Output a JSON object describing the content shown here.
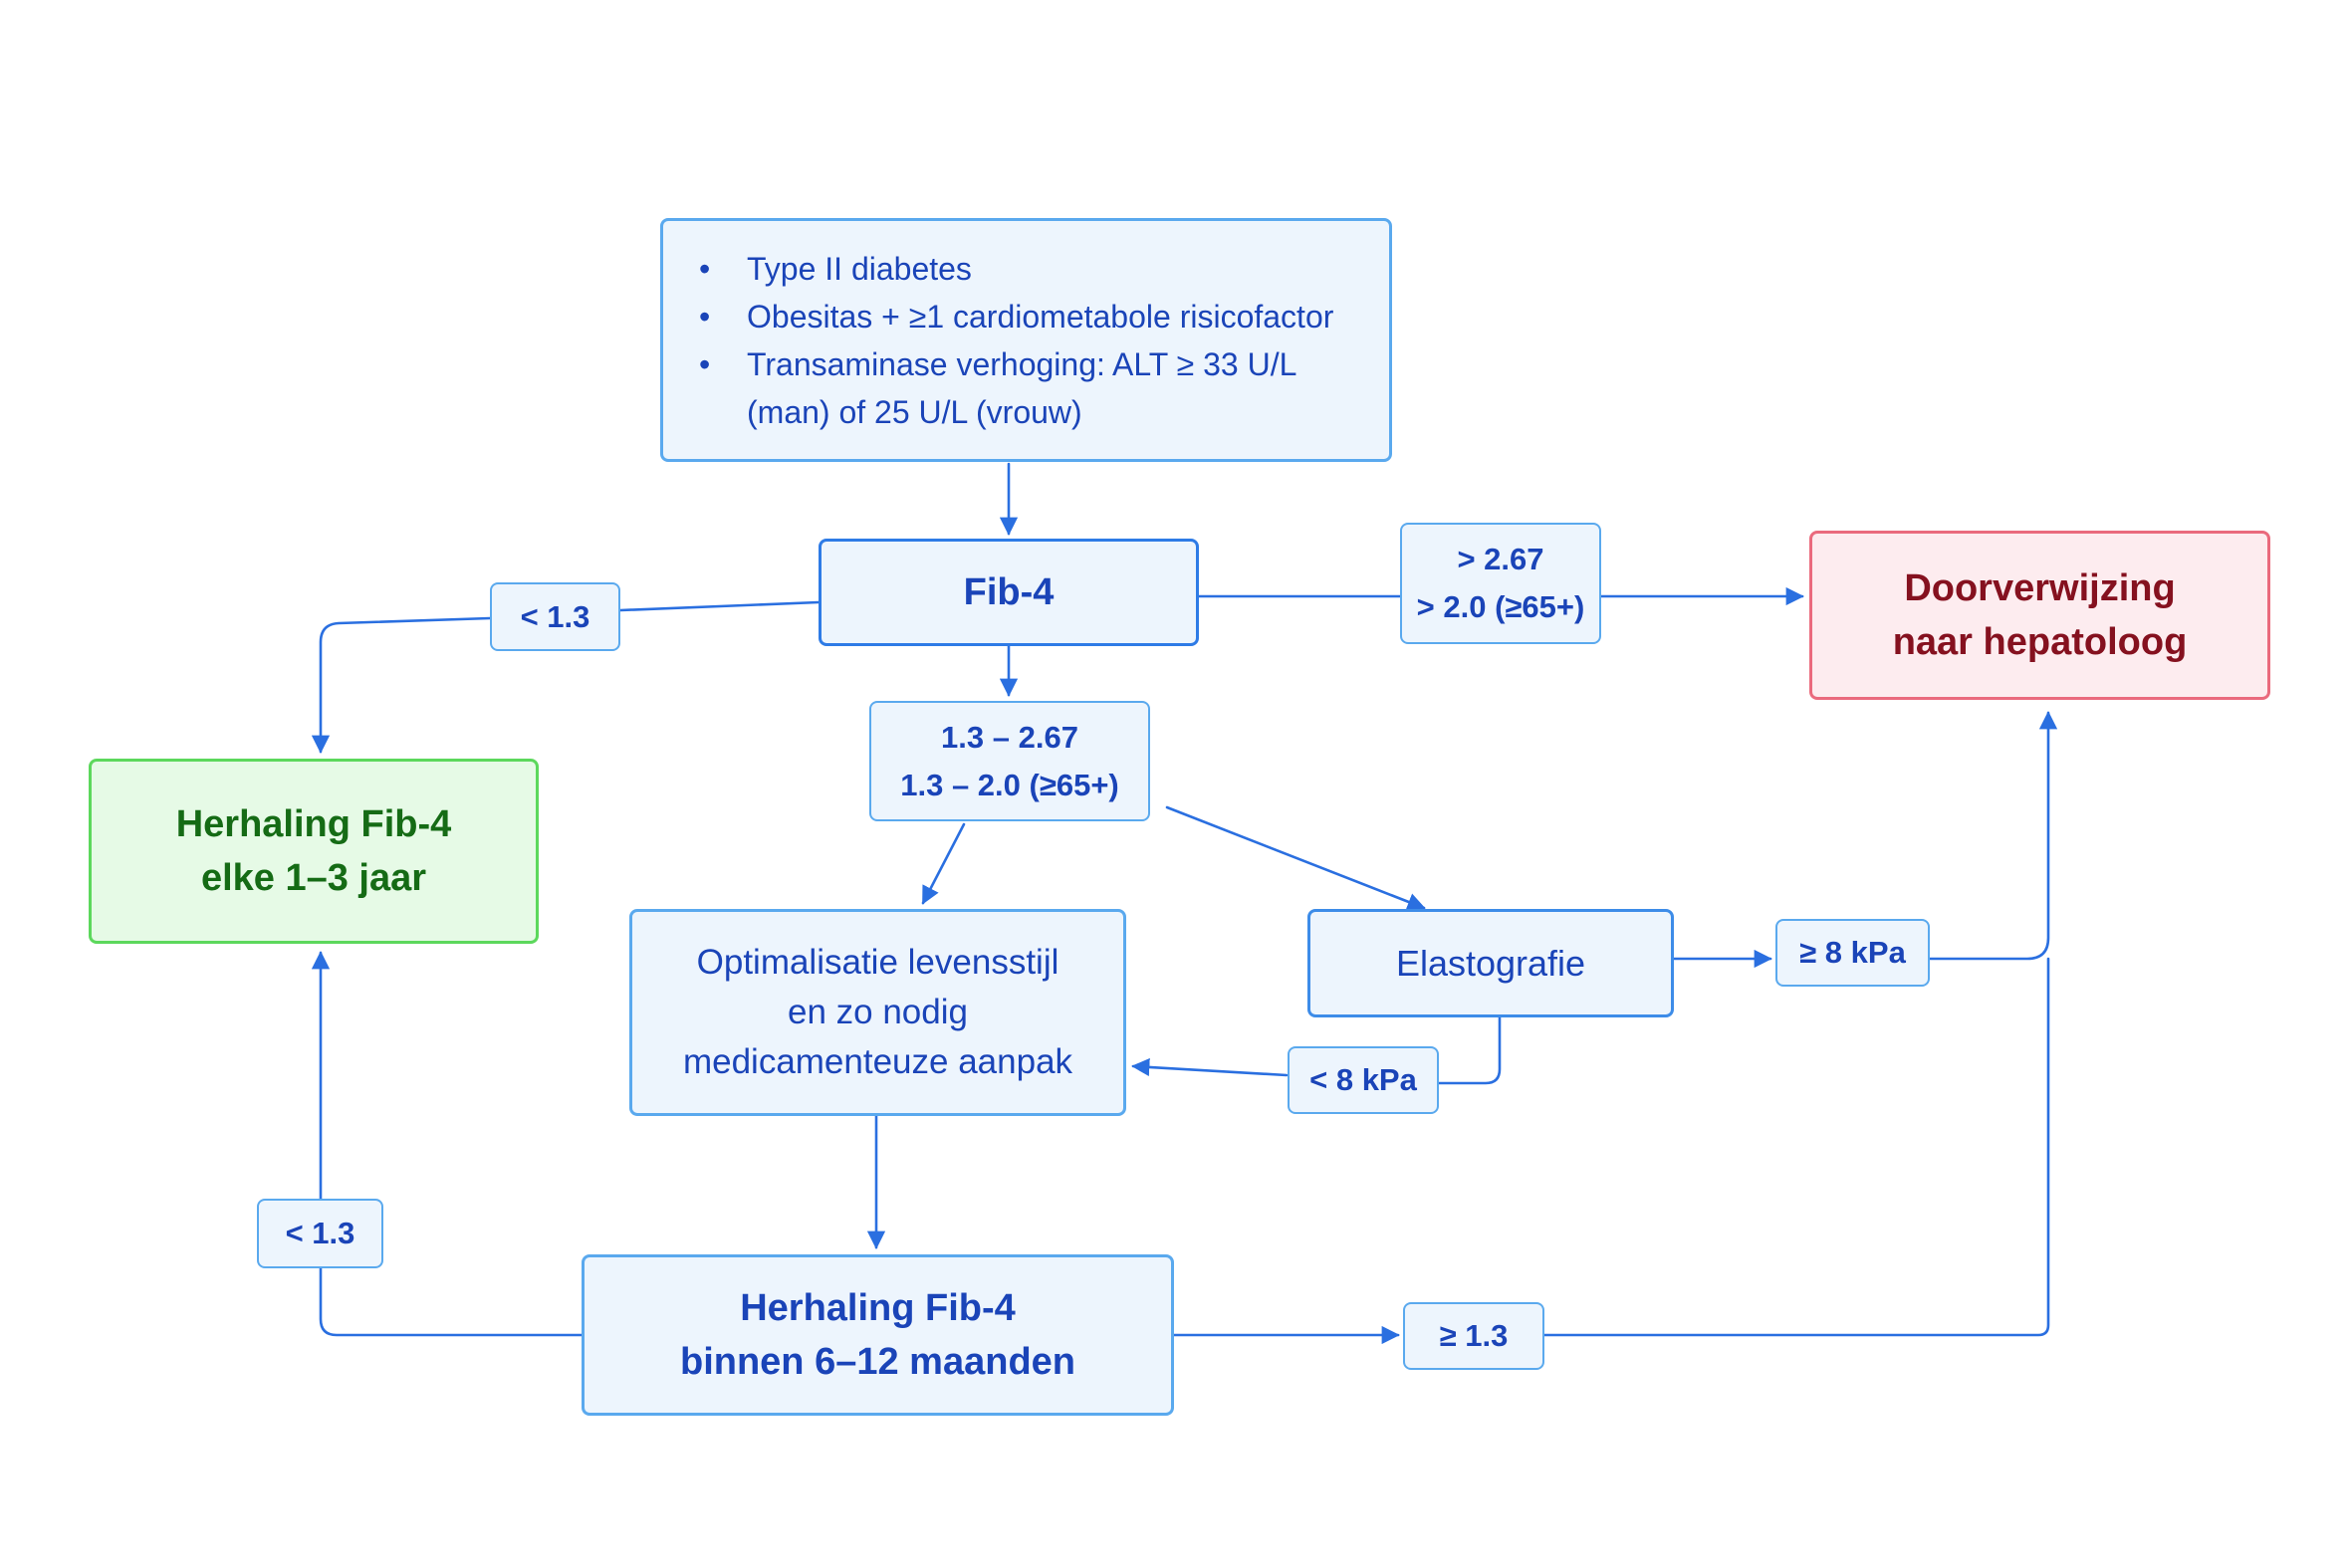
{
  "criteria": {
    "bullet": "•",
    "items": [
      {
        "line1": "Type II diabetes",
        "line2": ""
      },
      {
        "line1": "Obesitas + ≥1 cardiometabole risicofactor",
        "line2": ""
      },
      {
        "line1": "Transaminase verhoging: ALT ≥ 33 U/L",
        "line2": "(man) of 25 U/L (vrouw)"
      }
    ]
  },
  "fib4": {
    "label": "Fib-4"
  },
  "high_threshold": {
    "line1": "> 2.67",
    "line2": "> 2.0 (≥65+)"
  },
  "low_threshold_top": {
    "label": "< 1.3"
  },
  "mid_threshold": {
    "line1": "1.3 – 2.67",
    "line2": "1.3 – 2.0 (≥65+)"
  },
  "referral": {
    "line1": "Doorverwijzing",
    "line2": "naar hepatoloog"
  },
  "repeat_yearly": {
    "line1": "Herhaling Fib-4",
    "line2": "elke 1–3 jaar"
  },
  "lifestyle": {
    "line1": "Optimalisatie levensstijl",
    "line2": "en zo nodig",
    "line3": "medicamenteuze aanpak"
  },
  "elastography": {
    "label": "Elastografie"
  },
  "kpa_high": {
    "label": "≥ 8 kPa"
  },
  "kpa_low": {
    "label": "< 8 kPa"
  },
  "repeat_months": {
    "line1": "Herhaling Fib-4",
    "line2": "binnen 6–12 maanden"
  },
  "low_threshold_bottom": {
    "label": "< 1.3"
  },
  "high_threshold_bottom": {
    "label": "≥ 1.3"
  },
  "colors": {
    "line": "#2a6fe0",
    "box_border": "#5aa9ee",
    "box_fill": "#edf5fd",
    "text": "#1a44b8",
    "green_fill": "#e6fae6",
    "green_border": "#5cd85c",
    "green_text": "#156b15",
    "red_fill": "#fdecef",
    "red_border": "#ea6a7d",
    "red_text": "#85111f"
  }
}
